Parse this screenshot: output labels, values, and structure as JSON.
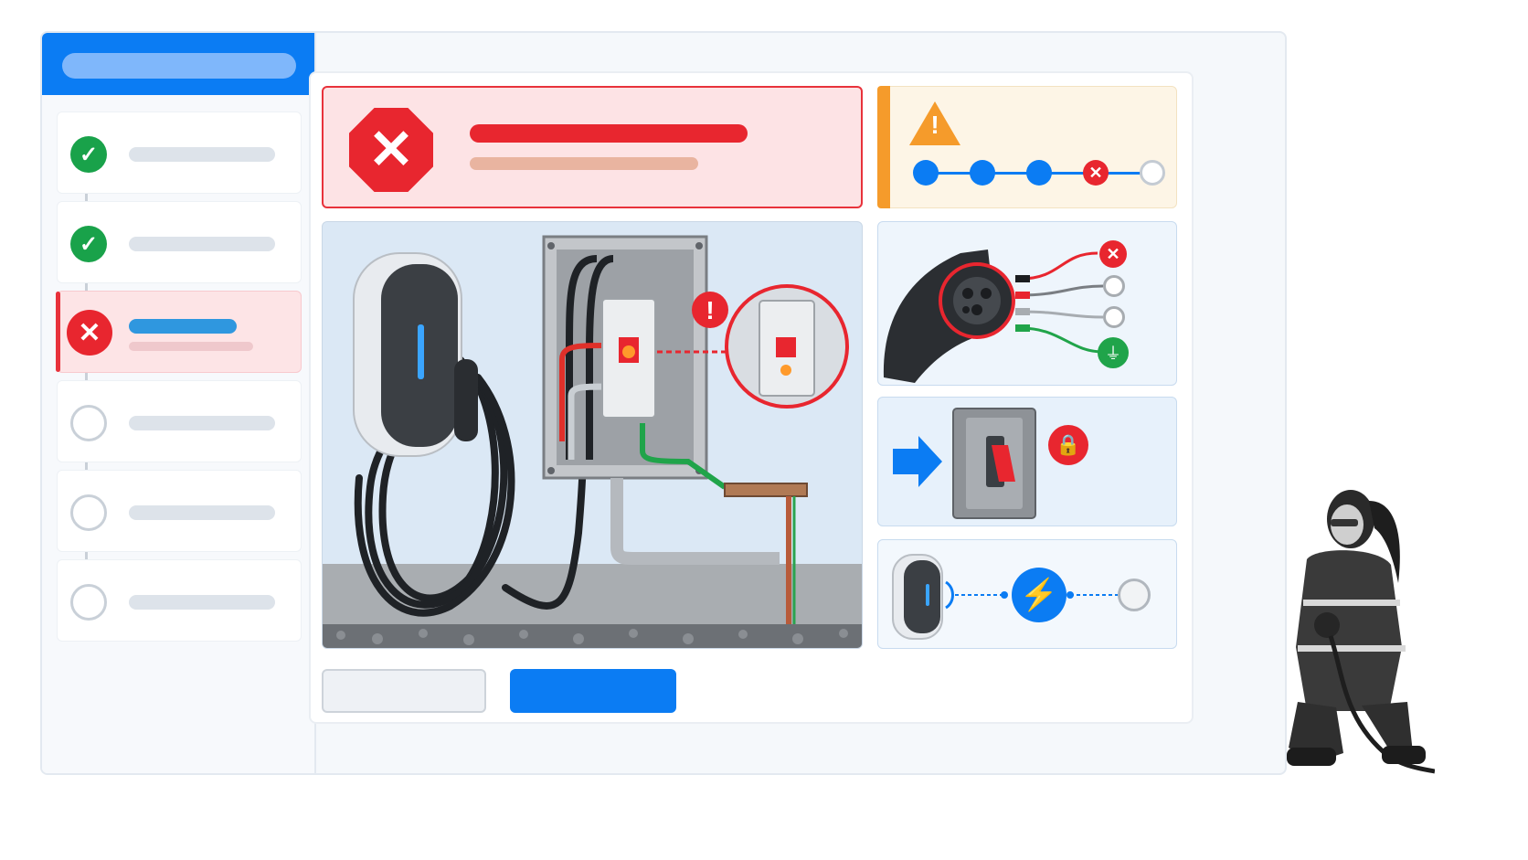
{
  "colors": {
    "accent": "#0b7cf3",
    "error": "#e8262f",
    "success": "#19a24a",
    "warning": "#f59b2b",
    "pending": "#c9d0d8"
  },
  "sidebar": {
    "steps": [
      {
        "status": "complete",
        "icon": "check-icon"
      },
      {
        "status": "complete",
        "icon": "check-icon"
      },
      {
        "status": "error",
        "icon": "x-icon"
      },
      {
        "status": "pending",
        "icon": "empty-circle-icon"
      },
      {
        "status": "pending",
        "icon": "empty-circle-icon"
      },
      {
        "status": "pending",
        "icon": "empty-circle-icon"
      }
    ]
  },
  "banner": {
    "icon": "error-octagon-icon"
  },
  "warning": {
    "icon": "warning-triangle-icon",
    "progress": [
      "complete",
      "complete",
      "complete",
      "error",
      "pending"
    ]
  },
  "cards": {
    "connector": {
      "icons": [
        "plug-icon",
        "x-icon",
        "ground-icon"
      ]
    },
    "breaker": {
      "icons": [
        "arrow-right-icon",
        "breaker-switch-icon",
        "lock-icon"
      ]
    },
    "charging": {
      "icons": [
        "charger-icon",
        "lightning-icon",
        "empty-circle-icon"
      ]
    }
  }
}
